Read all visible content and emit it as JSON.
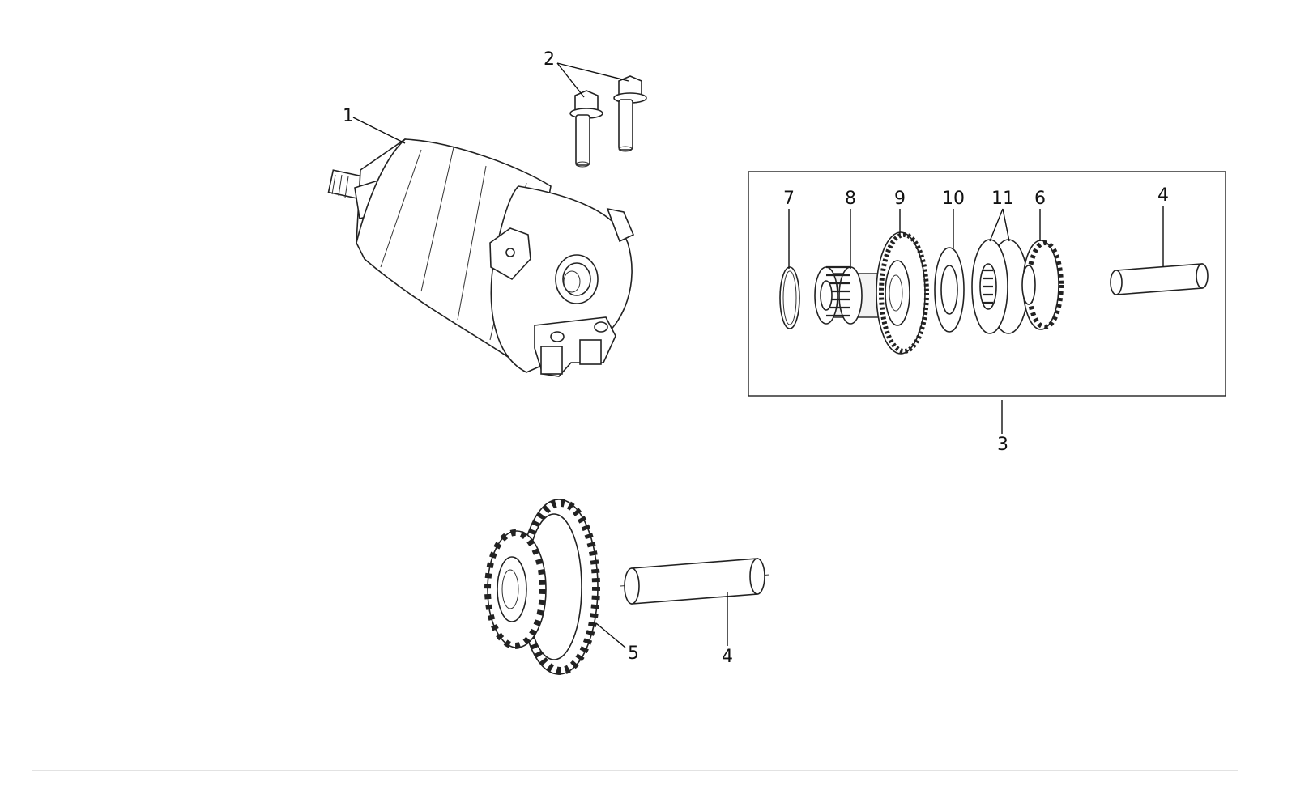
{
  "labels": {
    "l1": "1",
    "l2": "2",
    "l3": "3",
    "l4a": "4",
    "l4b": "4",
    "l5": "5",
    "l6": "6",
    "l7": "7",
    "l8": "8",
    "l9": "9",
    "l10": "10",
    "l11": "11"
  }
}
